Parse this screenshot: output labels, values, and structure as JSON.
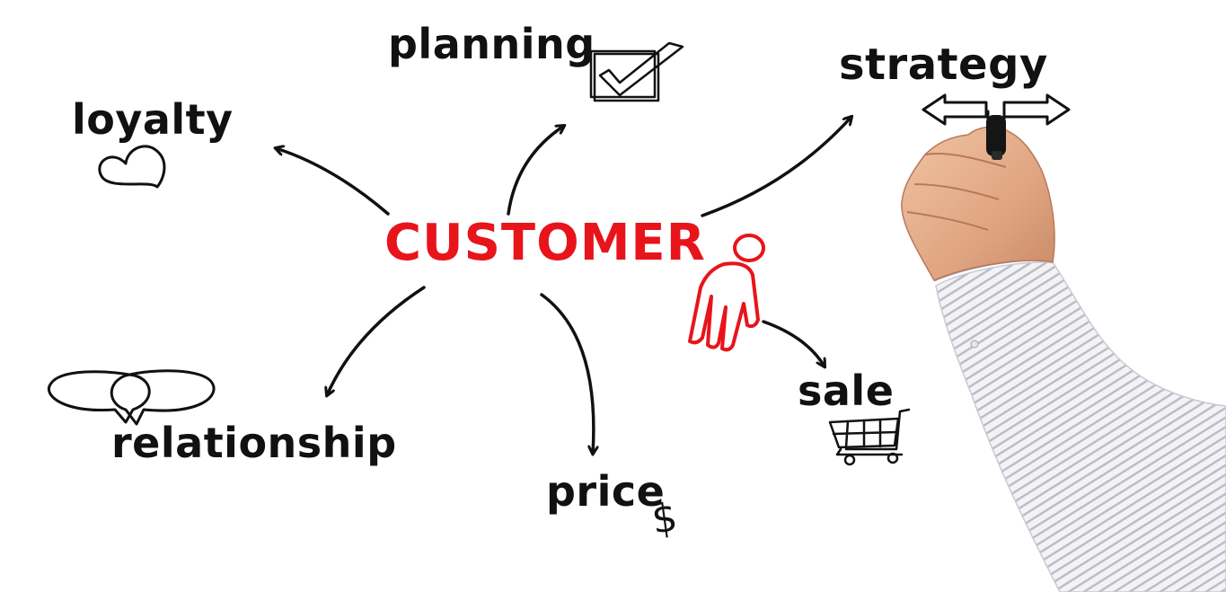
{
  "colors": {
    "ink": "#111111",
    "accent": "#e8141b",
    "skin": "#e8b28e",
    "shirt": "#f1f1f3",
    "shirt_stripe": "#b9bcc6"
  },
  "center": {
    "label": "CUSTOMER",
    "icon": "person-icon"
  },
  "nodes": [
    {
      "key": "loyalty",
      "label": "loyalty",
      "icon": "heart-icon"
    },
    {
      "key": "planning",
      "label": "planning",
      "icon": "checkbox-icon"
    },
    {
      "key": "strategy",
      "label": "strategy",
      "icon": "direction-arrows-icon"
    },
    {
      "key": "relationship",
      "label": "relationship",
      "icon": "speech-bubbles-icon"
    },
    {
      "key": "price",
      "label": "price",
      "icon": "dollar-sign-icon",
      "icon_text": "$"
    },
    {
      "key": "sale",
      "label": "sale",
      "icon": "shopping-cart-icon"
    }
  ]
}
